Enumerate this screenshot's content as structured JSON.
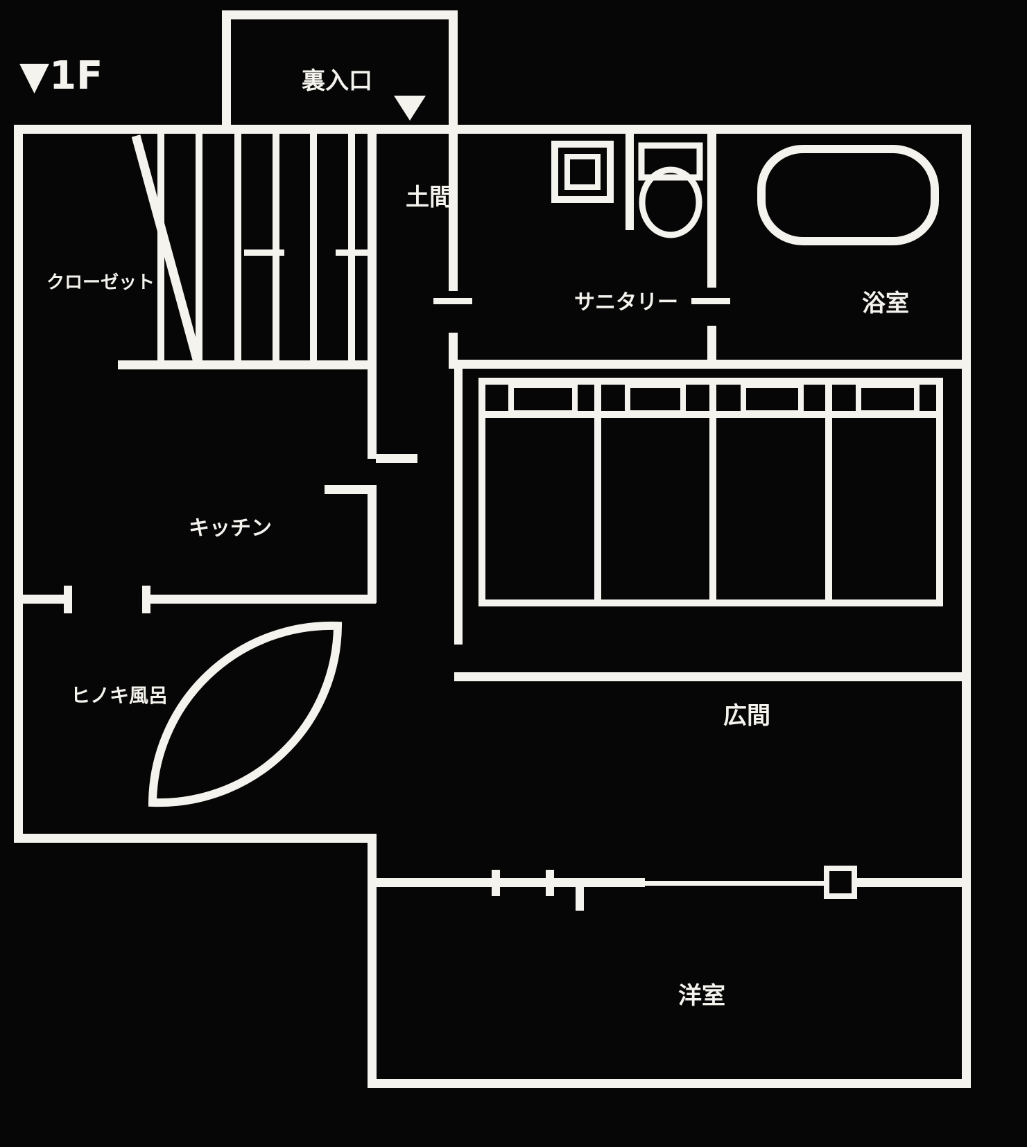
{
  "title": "▼1F",
  "floor": "1F",
  "colors": {
    "background": "#060606",
    "line": "#f5f3ee"
  },
  "rooms": {
    "back_entrance": {
      "label": "裏入口"
    },
    "closet": {
      "label": "クローゼット"
    },
    "doma": {
      "label": "土間"
    },
    "sanitary": {
      "label": "サニタリー"
    },
    "bathroom": {
      "label": "浴室"
    },
    "kitchen": {
      "label": "キッチン"
    },
    "hall": {
      "label": "広間"
    },
    "hinoki_bath": {
      "label": "ヒノキ風呂"
    },
    "west_room": {
      "label": "洋室"
    }
  },
  "icons": {
    "floor_marker": "down-triangle",
    "entrance_arrow": "down-triangle",
    "bathtub": "rounded-tub-outline",
    "toilet": "tank-and-bowl",
    "sink": "double-square",
    "plant": "leaf-vesica",
    "stairs": "striped-steps",
    "bunk_block": "four-compartments-with-windows"
  }
}
